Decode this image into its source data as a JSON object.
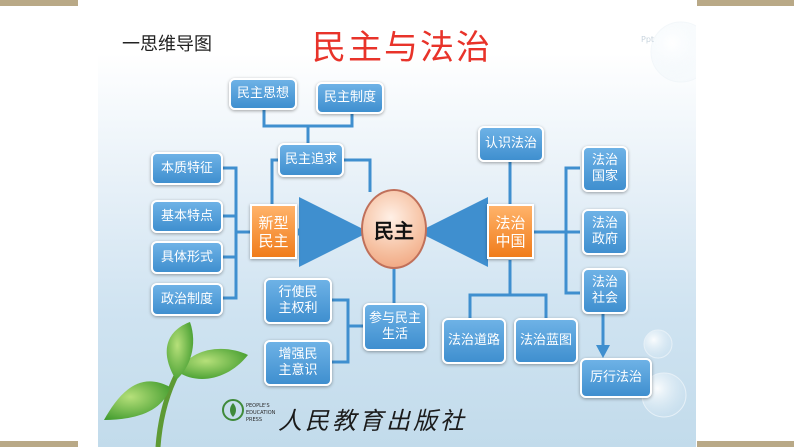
{
  "header": {
    "section_label": "一思维导图",
    "title": "民主与法治"
  },
  "watermark": "Ppt",
  "center": "民主",
  "left_hub": "新型\n民主",
  "right_hub": "法治\n中国",
  "left_nodes": {
    "idea": "民主思想",
    "system": "民主制度",
    "pursuit": "民主追求",
    "essence": "本质特征",
    "basic": "基本特点",
    "forms": "具体形式",
    "politics": "政治制度",
    "exercise": "行使民\n主权利",
    "strengthen": "增强民\n主意识",
    "participate": "参与民主\n生活"
  },
  "right_nodes": {
    "understand": "认识法治",
    "state": "法治\n国家",
    "government": "法治\n政府",
    "society": "法治\n社会",
    "road": "法治道路",
    "blueprint": "法治蓝图",
    "practice": "厉行法治"
  },
  "publisher": {
    "name_cn": "人民教育出版社",
    "name_en": "PEOPLE'S\nEDUCATION\nPRESS"
  },
  "colors": {
    "node_blue": "#4a97d6",
    "hub_orange": "#f38a2b",
    "title_red": "#e8332a",
    "connector_blue": "#3f8fcf"
  }
}
